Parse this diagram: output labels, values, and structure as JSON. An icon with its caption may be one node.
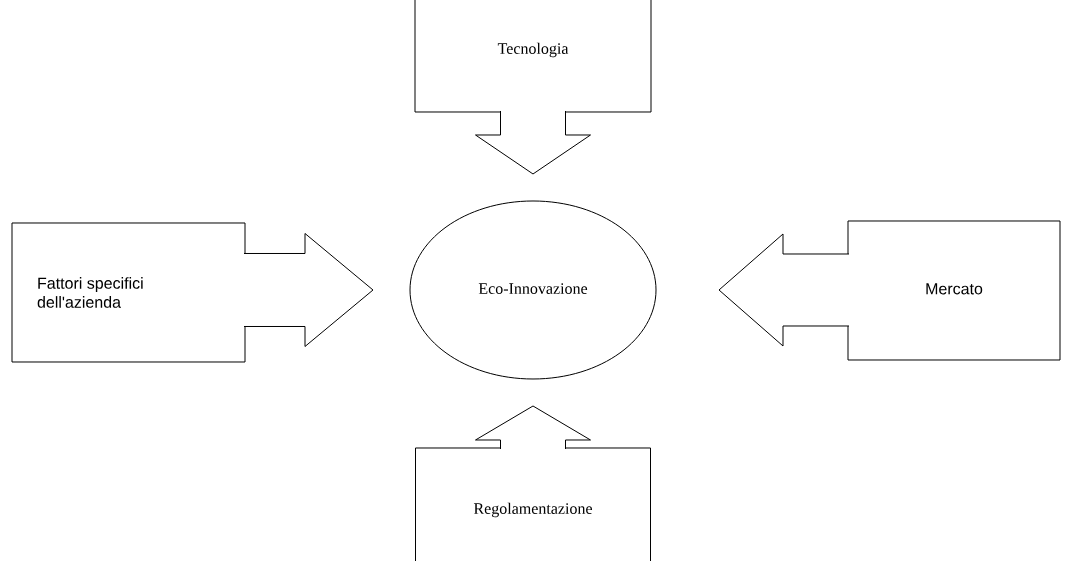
{
  "diagram": {
    "nodes": [
      {
        "text": [
          "Tecnologia"
        ]
      },
      {
        "text": [
          "Fattori specifici dell'azienda"
        ]
      },
      {
        "text": [
          "Eco-Innovazione"
        ]
      },
      {
        "text": [
          "Mercato"
        ]
      },
      {
        "text": [
          "Regolamentazione"
        ]
      }
    ],
    "edges": [
      {
        "from": 0,
        "to": 2,
        "arrow": "to"
      },
      {
        "from": 1,
        "to": 2,
        "arrow": "to"
      },
      {
        "from": 3,
        "to": 2,
        "arrow": "to"
      },
      {
        "from": 4,
        "to": 2,
        "arrow": "to"
      }
    ]
  }
}
